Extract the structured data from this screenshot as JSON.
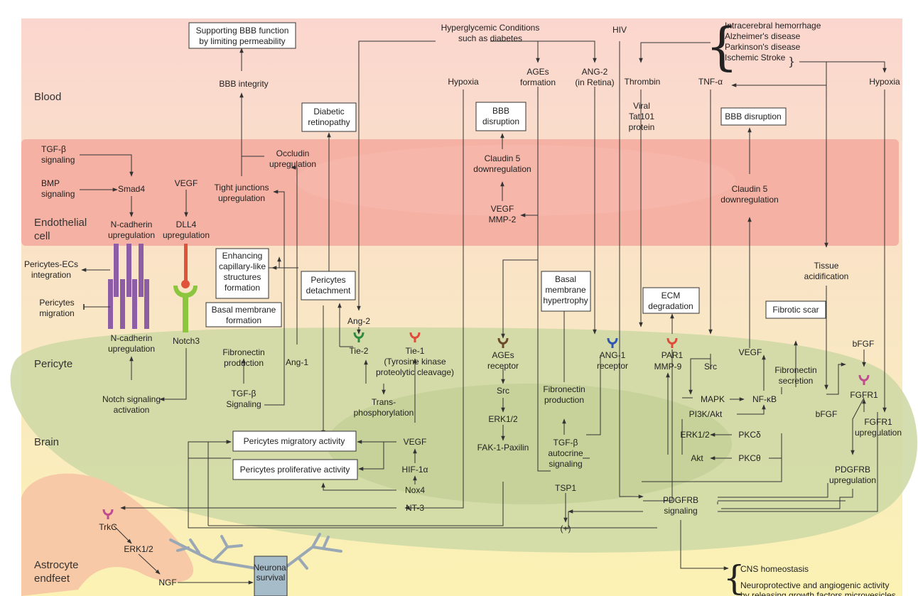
{
  "regions": {
    "blood": "Blood",
    "endothelial": [
      "Endothelial",
      "cell"
    ],
    "pericyte": "Pericyte",
    "brain": "Brain",
    "astrocyte": [
      "Astrocyte",
      "endfeet"
    ]
  },
  "boxes": {
    "supporting_bbb": [
      "Supporting BBB function",
      "by limiting permeability"
    ],
    "diabetic_retinopathy": [
      "Diabetic",
      "retinopathy"
    ],
    "bbb_disruption_1": [
      "BBB",
      "disruption"
    ],
    "bbb_disruption_2": "BBB disruption",
    "enhancing_capillary": [
      "Enhancing",
      "capillary-like",
      "structures",
      "formation"
    ],
    "pericytes_detachment": [
      "Pericytes",
      "detachment"
    ],
    "basal_membrane_formation": [
      "Basal membrane",
      "formation"
    ],
    "basal_membrane_hypertrophy": [
      "Basal",
      "membrane",
      "hypertrophy"
    ],
    "ecm_degradation": [
      "ECM",
      "degradation"
    ],
    "fibrotic_scar": "Fibrotic scar",
    "migratory_activity": "Pericytes migratory activity",
    "proliferative_activity": "Pericytes proliferative activity",
    "neuronal_survival": [
      "Neuronal",
      "survival"
    ]
  },
  "labels": {
    "hyperglycemic": [
      "Hyperglycemic Conditions",
      "such as diabetes"
    ],
    "hiv": "HIV",
    "diseases": [
      "Intracerebral hemorrhage",
      "Alzheimer's disease",
      "Parkinson's disease",
      "Ischemic Stroke"
    ],
    "bbb_integrity": "BBB integrity",
    "hypoxia_1": "Hypoxia",
    "ages_formation": [
      "AGEs",
      "formation"
    ],
    "ang2_retina": [
      "ANG-2",
      "(in Retina)"
    ],
    "viral_tat": [
      "Viral",
      "Tat101",
      "protein"
    ],
    "thrombin": "Thrombin",
    "tnf": "TNF-α",
    "hypoxia_2": "Hypoxia",
    "tgfb_signaling": [
      "TGF-β",
      "signaling"
    ],
    "bmp_signaling": [
      "BMP",
      "signaling"
    ],
    "smad4": "Smad4",
    "vegf_endo": "VEGF",
    "occludin": [
      "Occludin",
      "upregulation"
    ],
    "tight_junctions": [
      "Tight junctions",
      "upregulation"
    ],
    "claudin5_left": [
      "Claudin 5",
      "downregulation"
    ],
    "claudin5_right": [
      "Claudin 5",
      "downregulation"
    ],
    "vegf_mmp2": [
      "VEGF",
      "MMP-2"
    ],
    "n_cadherin_endo": [
      "N-cadherin",
      "upregulation"
    ],
    "dll4": [
      "DLL4",
      "upregulation"
    ],
    "pericytes_ecs": [
      "Pericytes-ECs",
      "integration"
    ],
    "pericytes_migration": [
      "Pericytes",
      "migration"
    ],
    "tissue_acidification": [
      "Tissue",
      "acidification"
    ],
    "ang2": "Ang-2",
    "tie2": "Tie-2",
    "tie1": [
      "Tie-1",
      "(Tyrosine kinase",
      "proteolytic cleavage)"
    ],
    "ages_receptor": [
      "AGEs",
      "receptor"
    ],
    "ang1_receptor": [
      "ANG-1",
      "receptor"
    ],
    "par1": "PAR1",
    "n_cadherin_peri": [
      "N-cadherin",
      "upregulation"
    ],
    "notch3": "Notch3",
    "fibronectin_production_1": [
      "Fibronectin",
      "production"
    ],
    "ang1": "Ang-1",
    "trans_phos": [
      "Trans-",
      "phosphorylation"
    ],
    "notch_activation": [
      "Notch signaling",
      "activation"
    ],
    "tgfb_signaling_2": [
      "TGF-β",
      "Signaling"
    ],
    "mmp9": "MMP-9",
    "src_1": "Src",
    "vegf_peri": "VEGF",
    "fibronectin_secretion": [
      "Fibronectin",
      "secretion"
    ],
    "bfgf_top": "bFGF",
    "mapk": "MAPK",
    "nfkb": "NF-κB",
    "pi3k": "PI3K/Akt",
    "erk12_1": "ERK1/2",
    "pkcd": "PKCδ",
    "akt": "Akt",
    "pkct": "PKCθ",
    "bfgf": "bFGF",
    "fgfr1": "FGFR1",
    "fgfr1_up": [
      "FGFR1",
      "upregulation"
    ],
    "src_2": "Src",
    "erk12_2": "ERK1/2",
    "fak": "FAK-1-Paxilin",
    "fibronectin_production_2": [
      "Fibronectin",
      "production"
    ],
    "tgfb_autocrine": [
      "TGF-β",
      "autocrine",
      "signaling"
    ],
    "vegf_brain": "VEGF",
    "hif1a": "HIF-1α",
    "nox4": "Nox4",
    "nt3": "NT-3",
    "tsp1": "TSP1",
    "plus": "(+)",
    "pdgfrb_signaling": [
      "PDGFRB",
      "signaling"
    ],
    "pdgfrb_up": [
      "PDGFRB",
      "upregulation"
    ],
    "trkc": "TrkC",
    "erk12_3": "ERK1/2",
    "ngf": "NGF",
    "cns": "CNS homeostasis",
    "neuroprotective": [
      "Neuroprotective and angiogenic activity",
      "by releasing growth factors microvesicles"
    ]
  },
  "colors": {
    "blood_top": "#fbd6cf",
    "blood_bottom": "#f9e7c4",
    "brain_bottom": "#fbf2b3",
    "endothelial": "#f3a99e",
    "pericyte": "#cfd9a6",
    "astrocyte": "#f7c9a6",
    "cadherin": "#8d5ea6",
    "notch_receptor": "#8cc63f",
    "notch_ligand": "#e0533a",
    "receptor_green": "#2d8a3e",
    "receptor_red": "#e04b3a",
    "receptor_brown": "#6b4a2b",
    "receptor_blue": "#2f56b0",
    "receptor_pink": "#c04b8f",
    "neuron": "#9aa8b5",
    "neuron_body": "#a7bcc9"
  }
}
